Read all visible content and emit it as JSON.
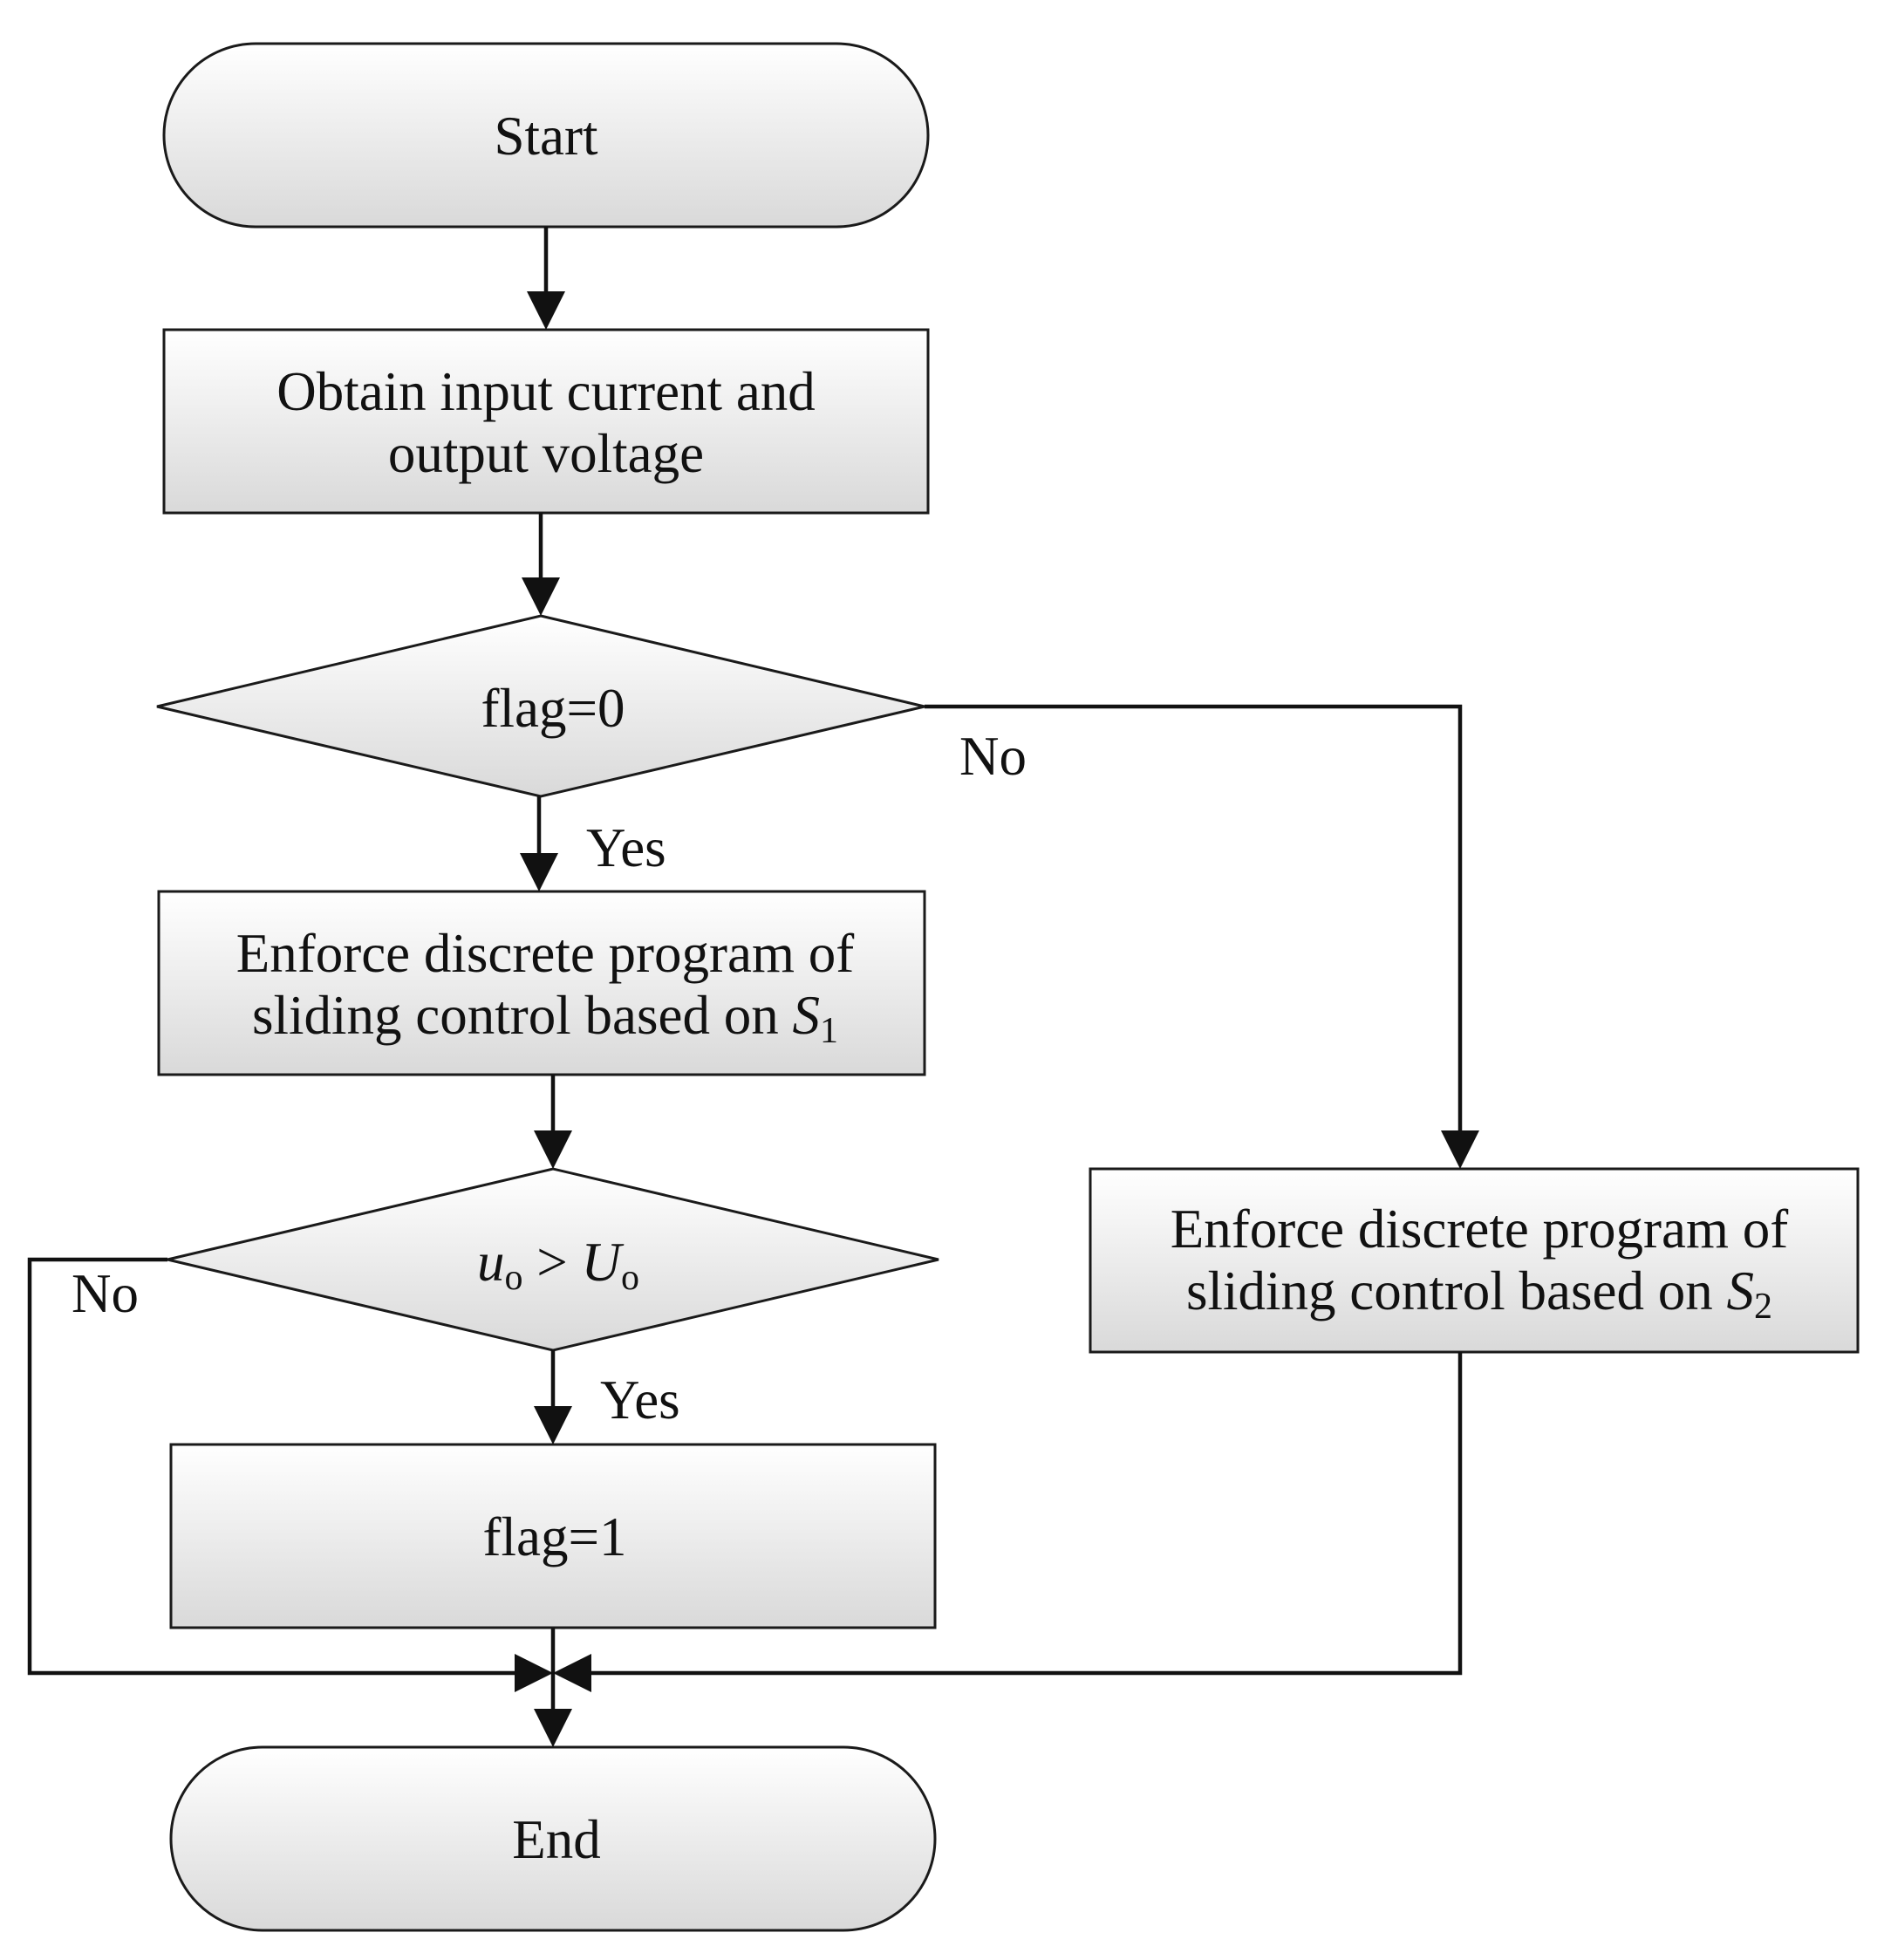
{
  "colors": {
    "stroke": "#1a1a1a",
    "box_fill_top": "#ffffff",
    "box_fill_bottom": "#d9d9d9",
    "text": "#111111"
  },
  "nodes": {
    "start": "Start",
    "obtain": {
      "line1": "Obtain input current and",
      "line2": "output voltage"
    },
    "decision_flag": "flag=0",
    "enforce_s1": {
      "line1": "Enforce discrete program of",
      "line2_prefix": "sliding control based on ",
      "var": "S",
      "subscript": "1"
    },
    "decision_uo": {
      "lhs_var": "u",
      "lhs_sub": "o",
      "op": " > ",
      "rhs_var": "U",
      "rhs_sub": "o"
    },
    "set_flag": "flag=1",
    "enforce_s2": {
      "line1": "Enforce discrete program of",
      "line2_prefix": "sliding control based on ",
      "var": "S",
      "subscript": "2"
    },
    "end": "End"
  },
  "edge_labels": {
    "flag_no": "No",
    "flag_yes": "Yes",
    "uo_no": "No",
    "uo_yes": "Yes"
  }
}
